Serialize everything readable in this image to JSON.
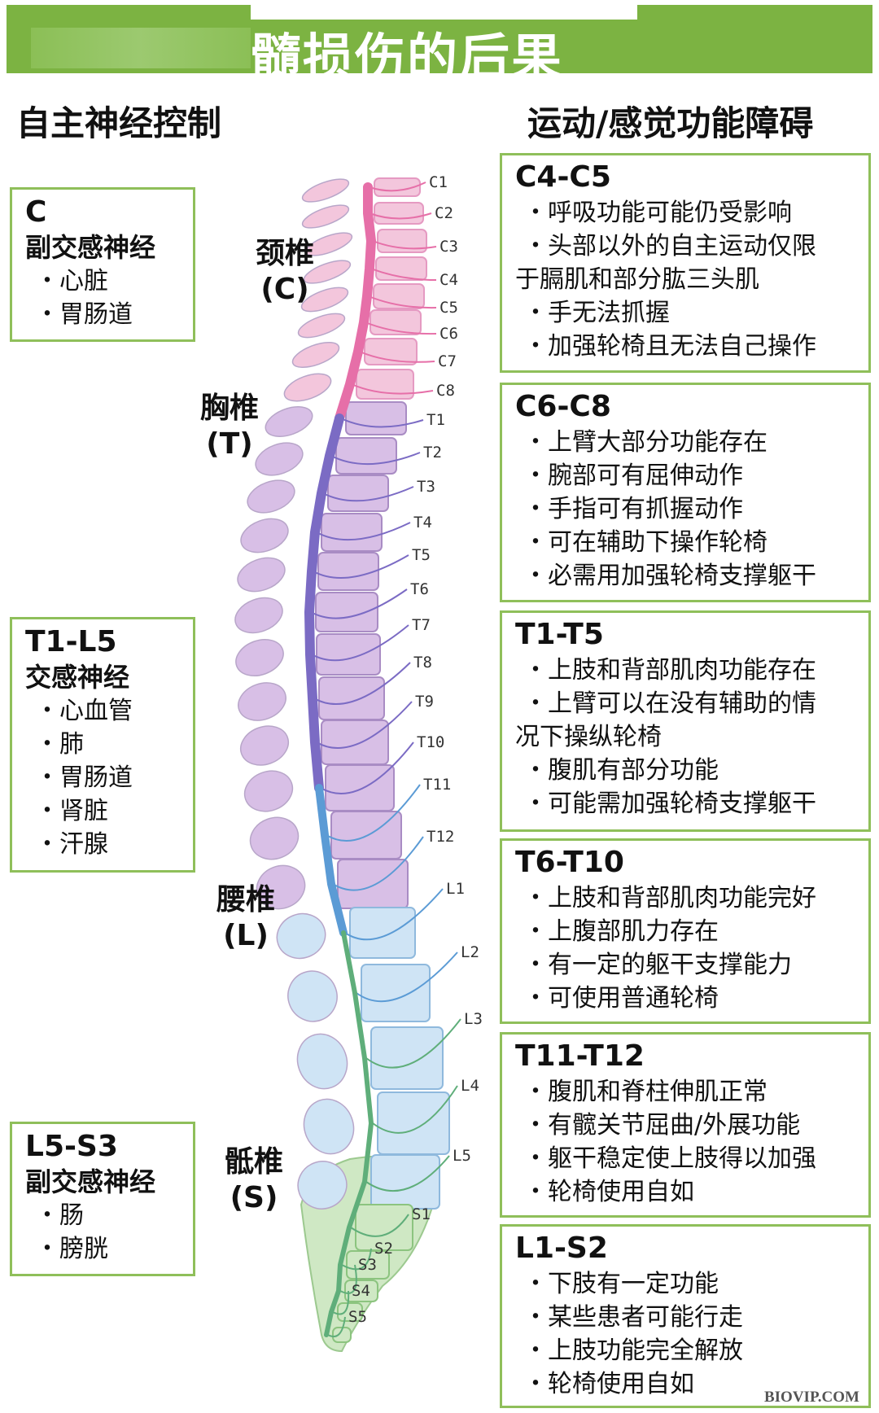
{
  "title": "髓损伤的后果",
  "left_heading": "自主神经控制",
  "right_heading": "运动/感觉功能障碍",
  "autonomic": [
    {
      "level": "C",
      "type": "副交感神经",
      "items": [
        "心脏",
        "胃肠道"
      ]
    },
    {
      "level": "T1-L5",
      "type": "交感神经",
      "items": [
        "心血管",
        "肺",
        "胃肠道",
        "肾脏",
        "汗腺"
      ]
    },
    {
      "level": "L5-S3",
      "type": "副交感神经",
      "items": [
        "肠",
        "膀胱"
      ]
    }
  ],
  "regions": [
    {
      "name": "颈椎",
      "code": "(C)"
    },
    {
      "name": "胸椎",
      "code": "(T)"
    },
    {
      "name": "腰椎",
      "code": "(L)"
    },
    {
      "name": "骶椎",
      "code": "(S)"
    }
  ],
  "vertebra_labels": [
    "C1",
    "C2",
    "C3",
    "C4",
    "C5",
    "C6",
    "C7",
    "C8",
    "T1",
    "T2",
    "T3",
    "T4",
    "T5",
    "T6",
    "T7",
    "T8",
    "T9",
    "T10",
    "T11",
    "T12",
    "L1",
    "L2",
    "L3",
    "L4",
    "L5",
    "S1",
    "S2",
    "S3",
    "S4",
    "S5"
  ],
  "motor": [
    {
      "level": "C4-C5",
      "lines": [
        "呼吸功能可能仍受影响",
        "头部以外的自主运动仅限",
        "于膈肌和部分肱三头肌",
        "手无法抓握",
        "加强轮椅且无法自己操作"
      ]
    },
    {
      "level": "C6-C8",
      "lines": [
        "上臂大部分功能存在",
        "腕部可有屈伸动作",
        "手指可有抓握动作",
        "可在辅助下操作轮椅",
        "必需用加强轮椅支撑躯干"
      ]
    },
    {
      "level": "T1-T5",
      "lines": [
        "上肢和背部肌肉功能存在",
        "上臂可以在没有辅助的情",
        "况下操纵轮椅",
        "腹肌有部分功能",
        "可能需加强轮椅支撑躯干"
      ]
    },
    {
      "level": "T6-T10",
      "lines": [
        "上肢和背部肌肉功能完好",
        "上腹部肌力存在",
        "有一定的躯干支撑能力",
        "可使用普通轮椅"
      ]
    },
    {
      "level": "T11-T12",
      "lines": [
        "腹肌和脊柱伸肌正常",
        "有髋关节屈曲/外展功能",
        "躯干稳定使上肢得以加强",
        "轮椅使用自如"
      ]
    },
    {
      "level": "L1-S2",
      "lines": [
        "下肢有一定功能",
        "某些患者可能行走",
        "上肢功能完全解放",
        "轮椅使用自如"
      ]
    }
  ],
  "watermark": "BIOVIP.COM",
  "colors": {
    "header": "#7cb342",
    "box_border": "#8fbf5a",
    "cervical": "#f3c6dc",
    "thoracic": "#d8bfe6",
    "lumbar": "#cfe4f5",
    "sacral": "#cfe8c4",
    "cord_c": "#e66fa8",
    "cord_t": "#7b6bc4",
    "cord_l": "#5b9bd5",
    "cord_s": "#5fae7a"
  }
}
